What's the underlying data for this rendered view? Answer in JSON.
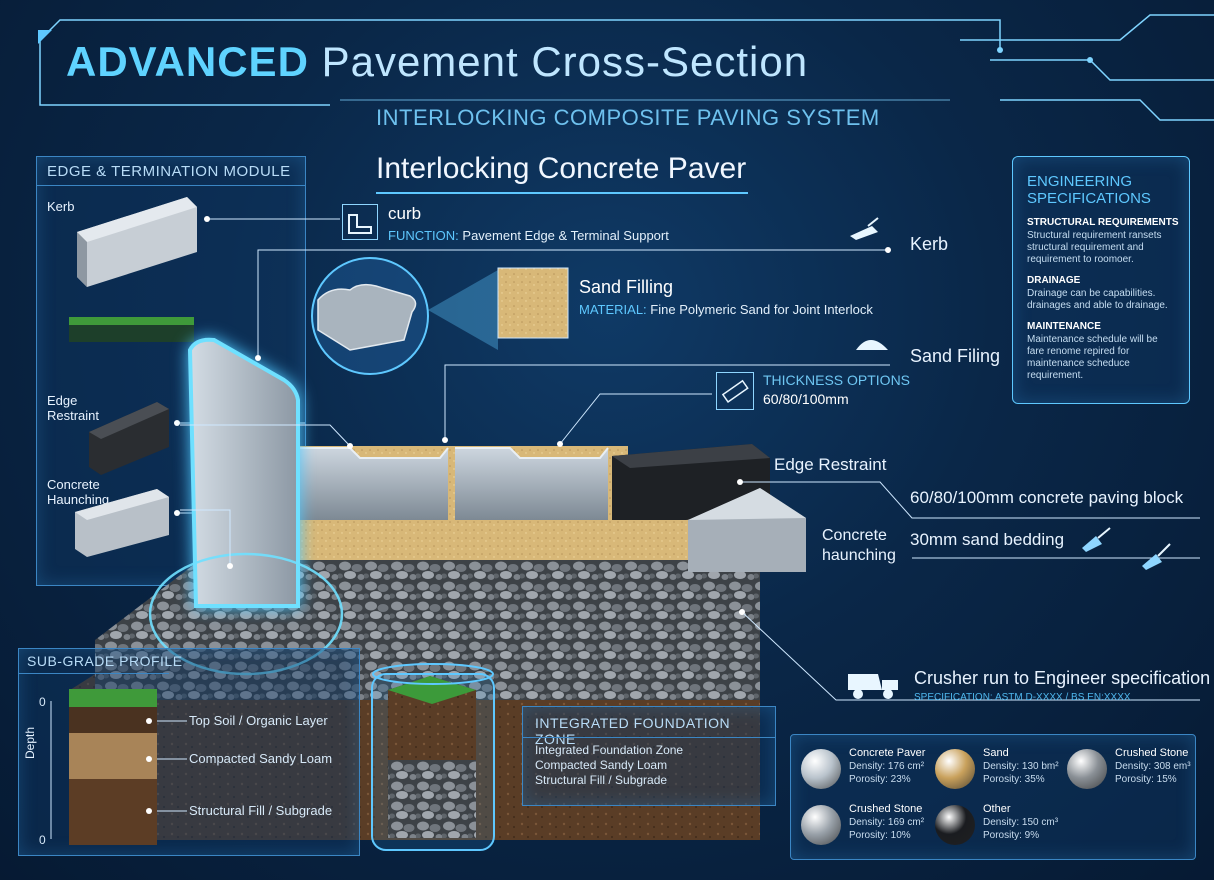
{
  "header": {
    "title_bold": "ADVANCED",
    "title_rest": "Pavement Cross-Section",
    "subtitle": "INTERLOCKING COMPOSITE PAVING SYSTEM",
    "section_title": "Interlocking Concrete Paver"
  },
  "edge_module": {
    "title": "EDGE & TERMINATION MODULE",
    "items": [
      "Kerb",
      "Edge\nRestraint",
      "Concrete\nHaunching"
    ]
  },
  "callouts": {
    "curb_name": "curb",
    "curb_function_key": "FUNCTION:",
    "curb_function_val": "Pavement Edge & Terminal Support",
    "sand_name": "Sand Filling",
    "sand_material_key": "MATERIAL:",
    "sand_material_val": "Fine Polymeric Sand for Joint Interlock",
    "thickness_title": "THICKNESS OPTIONS",
    "thickness_val": "60/80/100mm"
  },
  "right_labels": {
    "kerb": "Kerb",
    "sand_filing": "Sand Filing",
    "edge_restraint": "Edge Restraint",
    "paving_block": "60/80/100mm concrete paving block",
    "concrete_haunching": "Concrete\nhaunching",
    "sand_bedding": "30mm sand bedding",
    "crusher_run": "Crusher run to Engineer specification",
    "specification": "SPECIFICATION: ASTM D-XXXX / BS EN:XXXX"
  },
  "eng_specs": {
    "title": "ENGINEERING\nSPECIFICATIONS",
    "sections": [
      {
        "head": "STRUCTURAL REQUIREMENTS",
        "text": "Structural requirement ransets structural requirement and requirement to roomoer."
      },
      {
        "head": "DRAINAGE",
        "text": "Drainage can be capabilities. drainages and able to drainage."
      },
      {
        "head": "MAINTENANCE",
        "text": "Maintenance schedule will be fare renome repired for maintenance scheduce requirement."
      }
    ]
  },
  "subgrade": {
    "title": "SUB-GRADE PROFILE",
    "axis_label": "Depth",
    "tick_top": "0",
    "tick_bottom": "0",
    "layers": [
      "Top Soil / Organic Layer",
      "Compacted Sandy Loam",
      "Structural Fill / Subgrade"
    ]
  },
  "foundation": {
    "title": "INTEGRATED FOUNDATION ZONE",
    "lines": [
      "Integrated Foundation Zone",
      "Compacted Sandy Loam",
      "Structural Fill / Subgrade"
    ]
  },
  "materials": [
    {
      "name": "Concrete Paver",
      "density": "Density: 176 cm²",
      "porosity": "Porosity: 23%",
      "color": "#b9c3cc"
    },
    {
      "name": "Sand",
      "density": "Density: 130 bm²",
      "porosity": "Porosity: 35%",
      "color": "#c9a15c"
    },
    {
      "name": "Crushed Stone",
      "density": "Density: 308 em³",
      "porosity": "Porosity: 15%",
      "color": "#8a9096"
    },
    {
      "name": "Crushed Stone",
      "density": "Density: 169 cm²",
      "porosity": "Porosity: 10%",
      "color": "#9aa2aa"
    },
    {
      "name": "Other",
      "density": "Density: 150 cm³",
      "porosity": "Porosity: 9%",
      "color": "#1a1c20"
    }
  ],
  "colors": {
    "accent": "#5ec8ff",
    "title_cyan": "#7fe0ff",
    "sand": "#d6b77a",
    "gravel": "#5b6066",
    "paver": "#9aa6b1"
  }
}
